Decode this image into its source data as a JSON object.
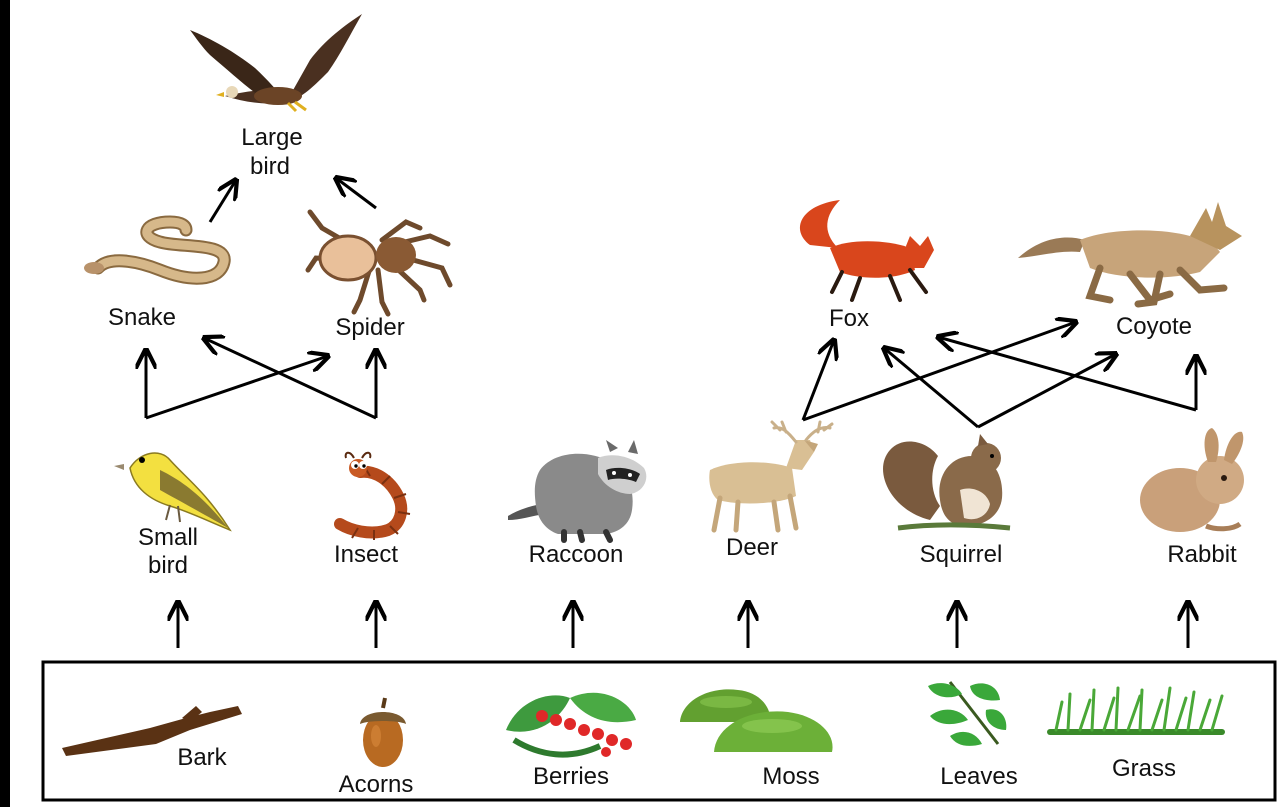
{
  "colors": {
    "background": "#000000",
    "canvas": "#ffffff",
    "arrow": "#000000",
    "text": "#111111"
  },
  "organisms": {
    "large_bird": {
      "line1": "Large",
      "line2": "bird",
      "icon": "eagle-icon"
    },
    "snake": {
      "label": "Snake",
      "icon": "snake-icon"
    },
    "spider": {
      "label": "Spider",
      "icon": "spider-icon"
    },
    "fox": {
      "label": "Fox",
      "icon": "fox-icon"
    },
    "coyote": {
      "label": "Coyote",
      "icon": "coyote-icon"
    },
    "small_bird": {
      "line1": "Small",
      "line2": "bird",
      "icon": "small-bird-icon"
    },
    "insect": {
      "label": "Insect",
      "icon": "insect-icon"
    },
    "raccoon": {
      "label": "Raccoon",
      "icon": "raccoon-icon"
    },
    "deer": {
      "label": "Deer",
      "icon": "deer-icon"
    },
    "squirrel": {
      "label": "Squirrel",
      "icon": "squirrel-icon"
    },
    "rabbit": {
      "label": "Rabbit",
      "icon": "rabbit-icon"
    }
  },
  "producers": {
    "bark": {
      "label": "Bark",
      "icon": "bark-icon"
    },
    "acorns": {
      "label": "Acorns",
      "icon": "acorn-icon"
    },
    "berries": {
      "label": "Berries",
      "icon": "berries-icon"
    },
    "moss": {
      "label": "Moss",
      "icon": "moss-icon"
    },
    "leaves": {
      "label": "Leaves",
      "icon": "leaves-icon"
    },
    "grass": {
      "label": "Grass",
      "icon": "grass-icon"
    }
  },
  "links": [
    {
      "from": "snake",
      "to": "large_bird"
    },
    {
      "from": "spider",
      "to": "large_bird"
    },
    {
      "from": "small_bird",
      "to": "snake"
    },
    {
      "from": "small_bird",
      "to": "spider"
    },
    {
      "from": "insect",
      "to": "snake"
    },
    {
      "from": "insect",
      "to": "spider"
    },
    {
      "from": "deer",
      "to": "fox"
    },
    {
      "from": "deer",
      "to": "coyote"
    },
    {
      "from": "squirrel",
      "to": "fox"
    },
    {
      "from": "squirrel",
      "to": "coyote"
    },
    {
      "from": "rabbit",
      "to": "fox"
    },
    {
      "from": "rabbit",
      "to": "coyote"
    },
    {
      "from": "producers",
      "to": "small_bird"
    },
    {
      "from": "producers",
      "to": "insect"
    },
    {
      "from": "producers",
      "to": "raccoon"
    },
    {
      "from": "producers",
      "to": "deer"
    },
    {
      "from": "producers",
      "to": "squirrel"
    },
    {
      "from": "producers",
      "to": "rabbit"
    }
  ]
}
